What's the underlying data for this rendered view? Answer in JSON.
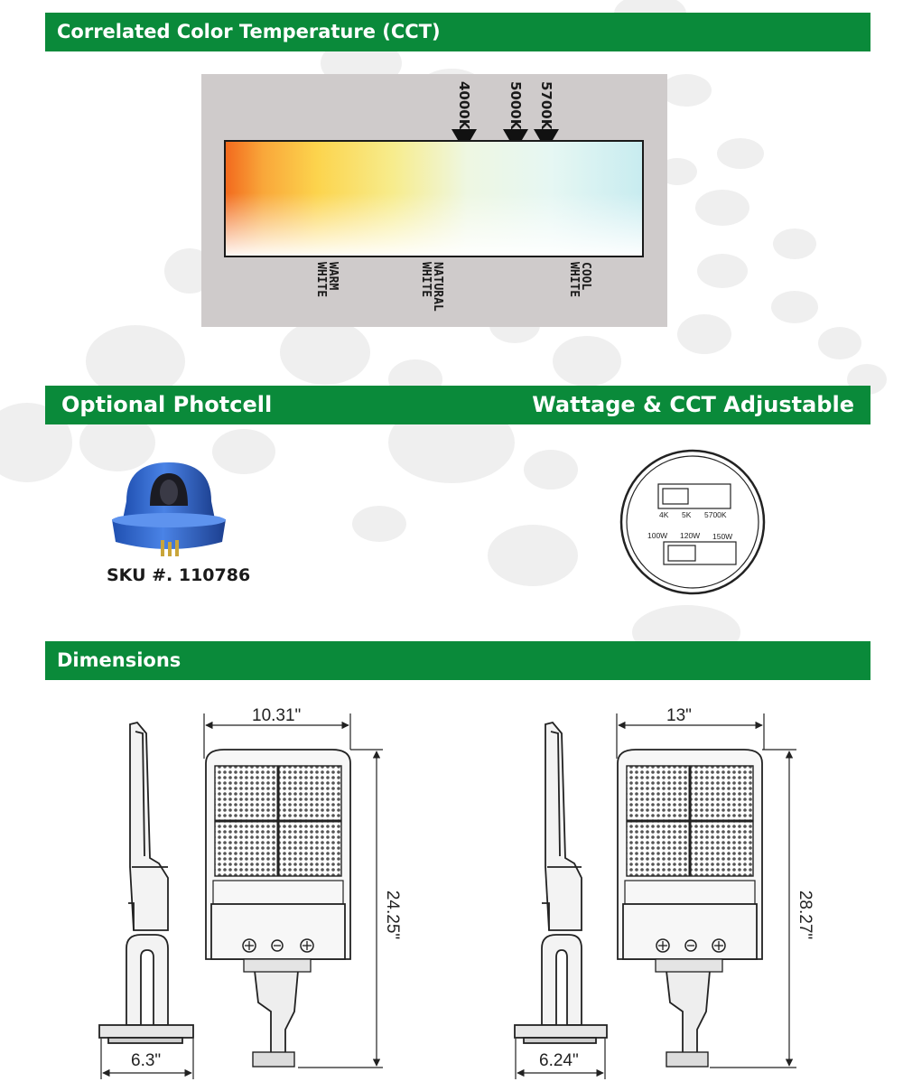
{
  "sections": {
    "cct": {
      "title": "Correlated Color Temperature (CCT)"
    },
    "photocell": {
      "title": "Optional Photcell"
    },
    "adjustable": {
      "title": "Wattage & CCT Adjustable"
    },
    "dimensions": {
      "title": "Dimensions"
    }
  },
  "cct": {
    "markers": [
      "4000K",
      "5000K",
      "5700K"
    ],
    "zones": [
      "WARM\nWHITE",
      "NATURAL\nWHITE",
      "COOL\nWHITE"
    ]
  },
  "photocell": {
    "sku": "SKU #. 110786"
  },
  "switch": {
    "cct_options": [
      "4K",
      "5K",
      "5700K"
    ],
    "wattage_options": [
      "100W",
      "120W",
      "150W"
    ]
  },
  "dimensions": {
    "model_a": {
      "width": "10.31\"",
      "height": "24.25\"",
      "depth": "6.3\""
    },
    "model_b": {
      "width": "13\"",
      "height": "28.27\"",
      "depth": "6.24\""
    }
  },
  "colors": {
    "band": "#0a8a3a",
    "panel": "#cfcbcb"
  }
}
